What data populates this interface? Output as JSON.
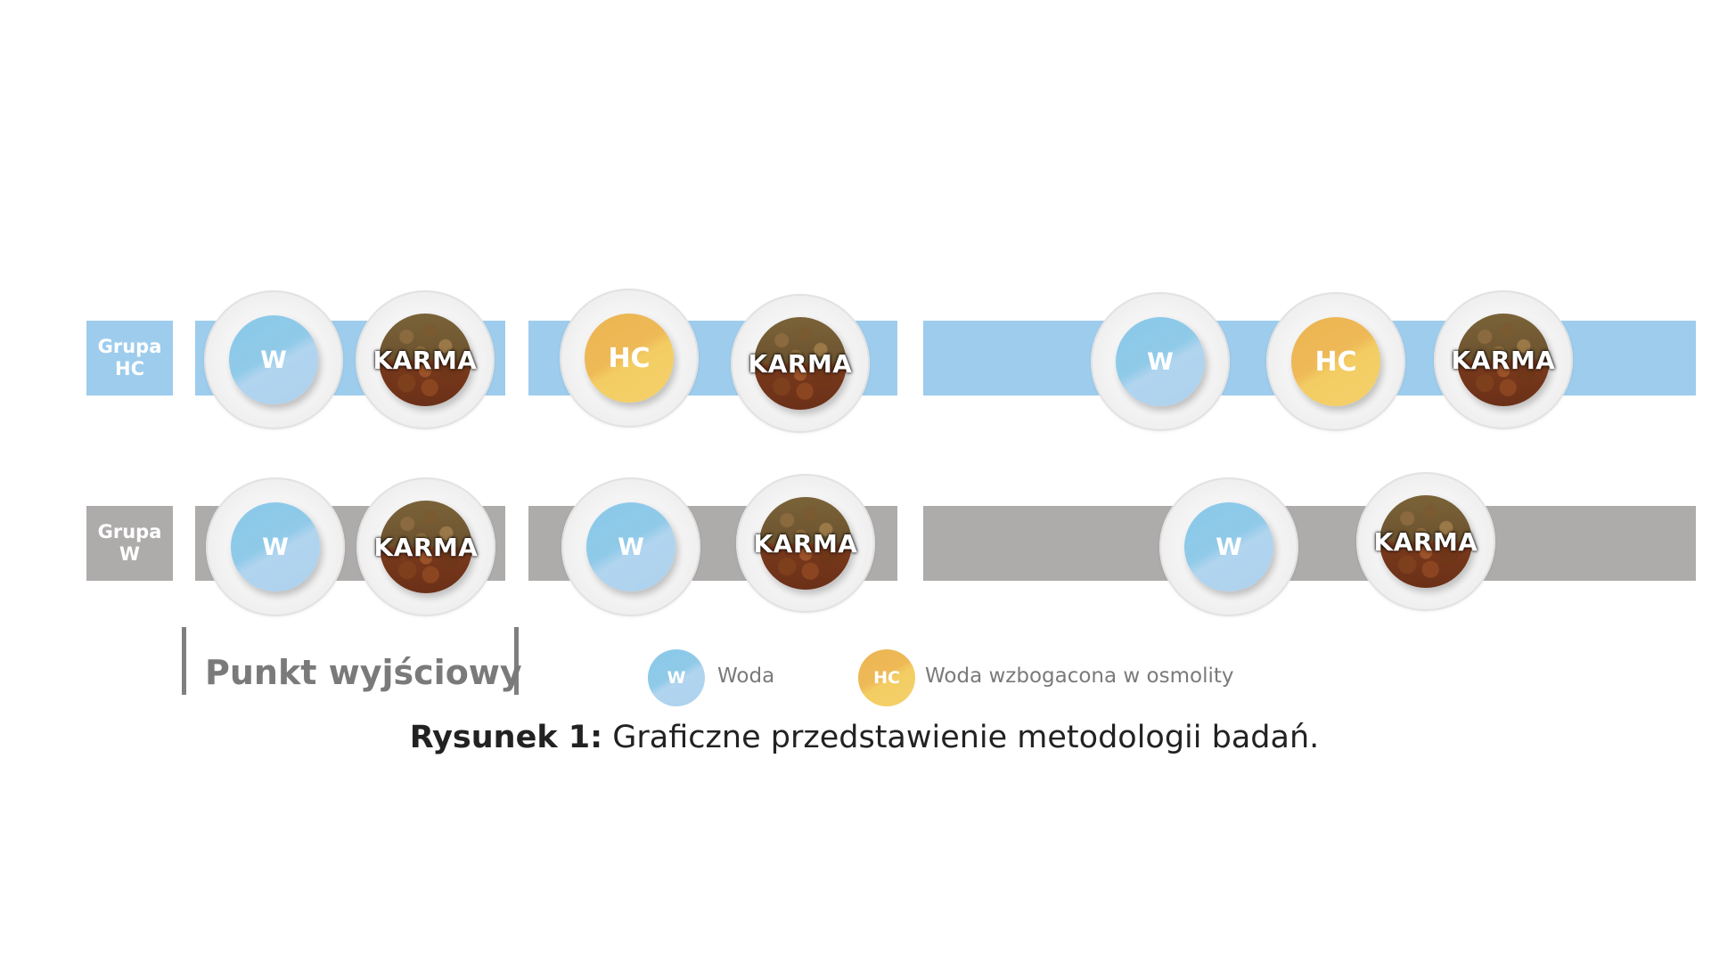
{
  "colors": {
    "hc_band": "#9dcced",
    "w_band": "#aeabab",
    "water": "#8fcae8",
    "enriched": "#f0c15c",
    "text_gray": "#7a7a7a"
  },
  "groups": [
    {
      "label_line1": "Grupa",
      "label_line2": "HC",
      "stages": [
        [
          "W",
          "KARMA"
        ],
        [
          "HC",
          "KARMA"
        ],
        [
          "W",
          "HC",
          "KARMA"
        ]
      ]
    },
    {
      "label_line1": "Grupa",
      "label_line2": "W",
      "stages": [
        [
          "W",
          "KARMA"
        ],
        [
          "W",
          "KARMA"
        ],
        [
          "W",
          "KARMA"
        ]
      ]
    }
  ],
  "baseline_label": "Punkt wyjściowy",
  "legend": [
    {
      "symbol": "W",
      "text": "Woda",
      "icon": "water-bowl-icon"
    },
    {
      "symbol": "HC",
      "text": "Woda wzbogacona w osmolity",
      "icon": "enriched-water-bowl-icon"
    }
  ],
  "caption": {
    "prefix": "Rysunek 1:",
    "text": " Graficzne przedstawienie metodologii badań."
  }
}
